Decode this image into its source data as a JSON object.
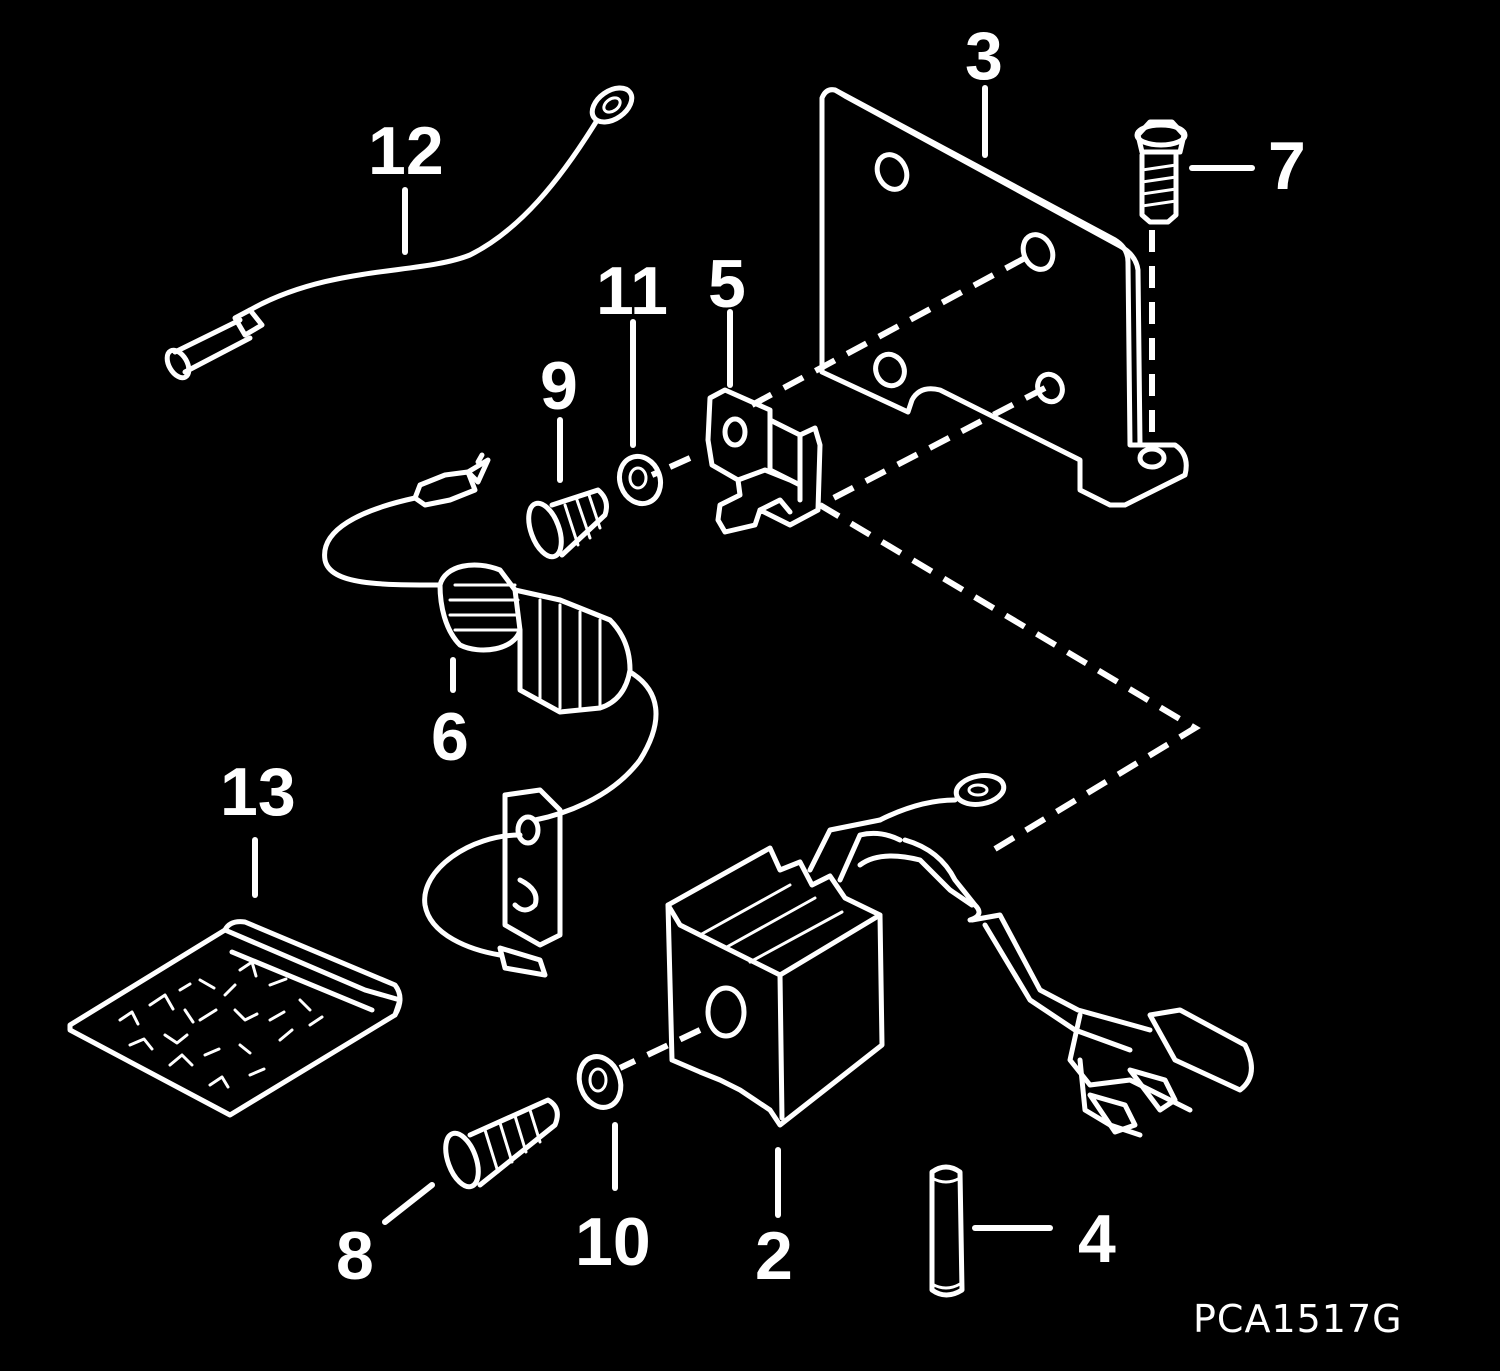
{
  "callouts": {
    "c12": "12",
    "c3": "3",
    "c7": "7",
    "c11": "11",
    "c5": "5",
    "c9": "9",
    "c6": "6",
    "c13": "13",
    "c8": "8",
    "c10": "10",
    "c2": "2",
    "c4": "4"
  },
  "figure_ref": "PCA1517G",
  "colors": {
    "background": "#000000",
    "linework": "#ffffff"
  }
}
